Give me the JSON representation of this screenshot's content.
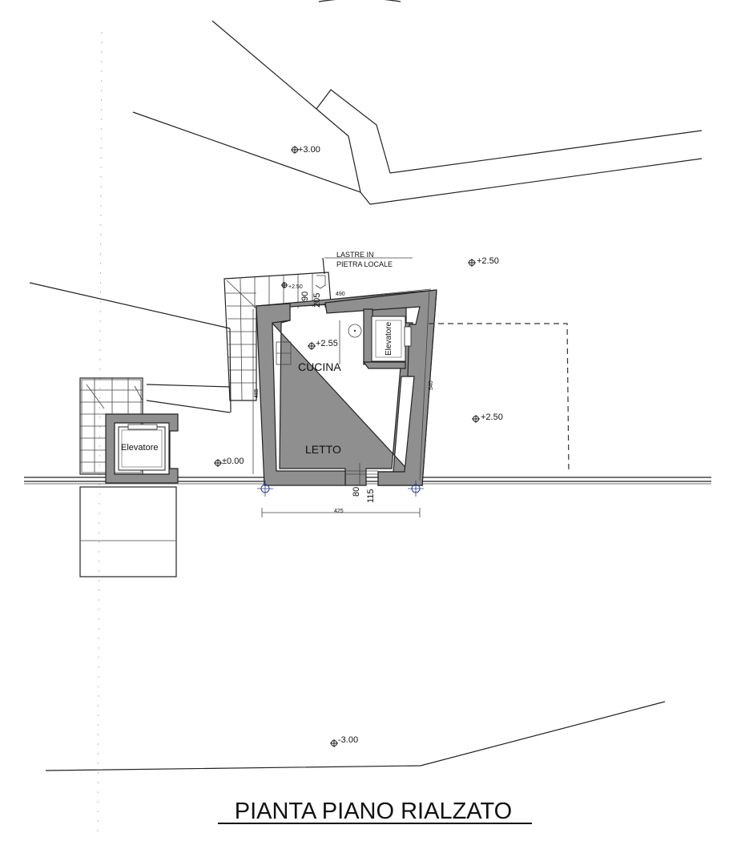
{
  "drawing": {
    "title": "PIANTA PIANO RIALZATO",
    "rooms": {
      "kitchen": "CUCINA",
      "bedroom": "LETTO"
    },
    "elevators": {
      "left": "Elevatore",
      "inner": "Elevatore"
    },
    "note": {
      "line1": "LASTRE IN",
      "line2": "PIETRA LOCALE"
    },
    "levels": {
      "top": "+3.00",
      "stair": "+2.50",
      "kitchen": "+2.55",
      "top_right": "+2.50",
      "right": "+2.50",
      "ground": "±0.00",
      "bottom": "-3.00"
    },
    "dimensions": {
      "d90": "90",
      "d205": "205",
      "d490": "490",
      "d540": "540",
      "d485": "485",
      "d80": "80",
      "d115": "115",
      "d425": "425"
    }
  }
}
